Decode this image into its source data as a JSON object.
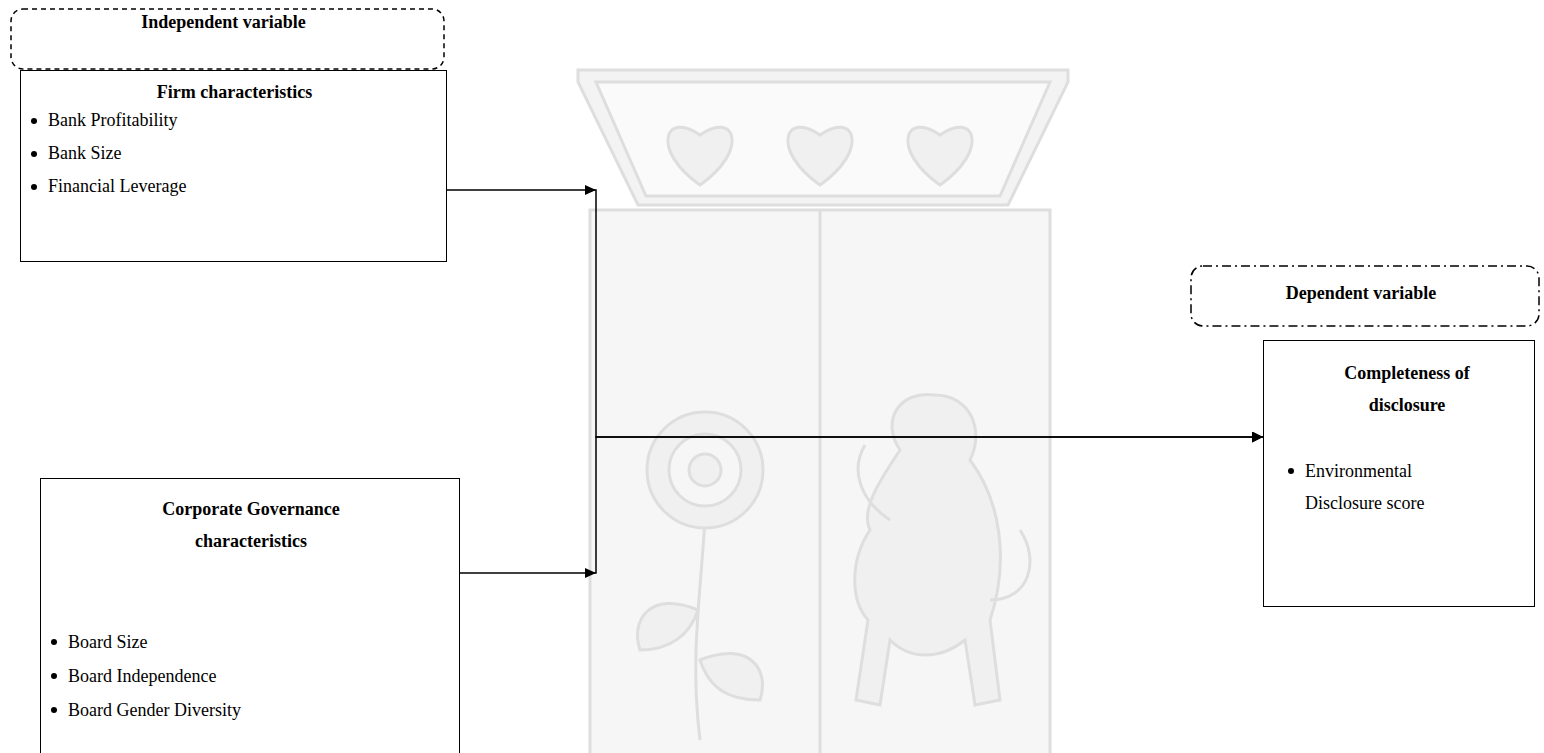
{
  "diagram": {
    "nodes": [
      {
        "text": [
          "Independent variable"
        ]
      },
      {
        "text": [
          "Firm characteristics",
          "Bank Profitability",
          "Bank Size",
          "Financial Leverage"
        ]
      },
      {
        "text": [
          "Corporate Governance characteristics",
          "Board Size",
          "Board Independence",
          "Board Gender Diversity"
        ]
      },
      {
        "text": [
          "Dependent variable"
        ]
      },
      {
        "text": [
          "Completeness of disclosure",
          "Environmental Disclosure score"
        ]
      }
    ],
    "edges": [
      {
        "from": 1,
        "to": 4,
        "arrow": "to"
      },
      {
        "from": 2,
        "to": 4,
        "arrow": "to"
      }
    ]
  }
}
